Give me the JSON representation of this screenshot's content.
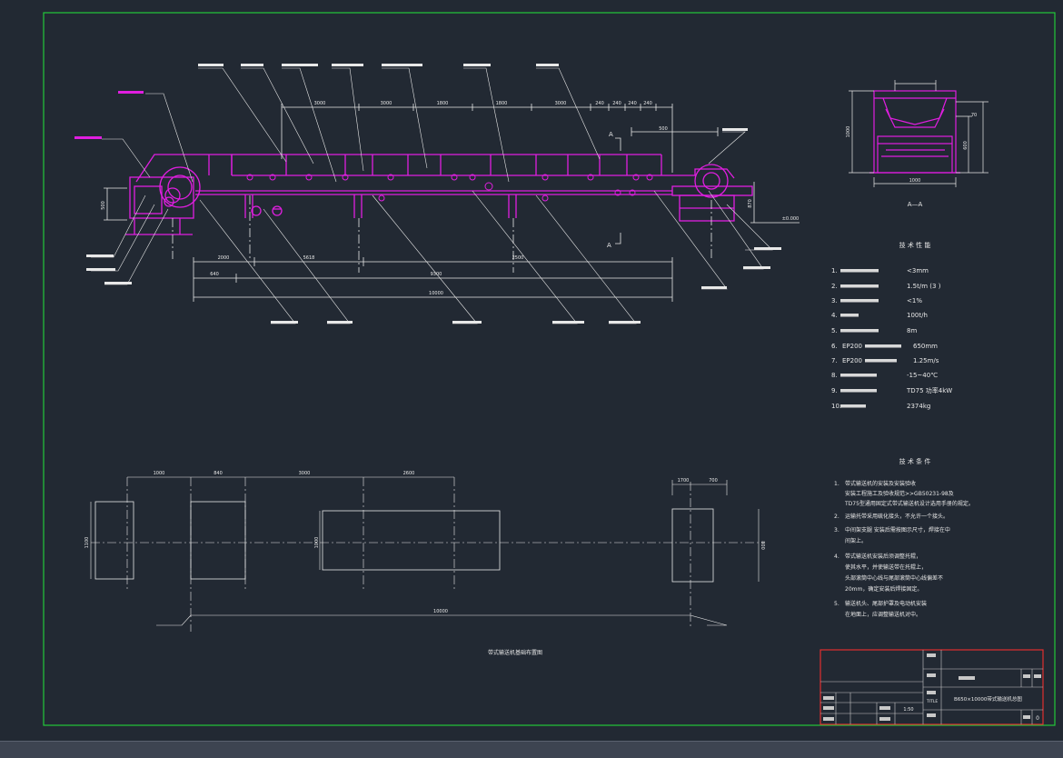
{
  "colors": {
    "background": "#222933",
    "frame": "#22c93a",
    "part": "#e01ee0",
    "dim": "#e8e8e8",
    "title_block": "#e03030",
    "status_bar": "#3d4451"
  },
  "main_view": {
    "dims_top": [
      "3000",
      "3000",
      "1800",
      "1800",
      "3000",
      "240",
      "240",
      "240",
      "240"
    ],
    "dim_a": "500",
    "label_front": "A",
    "label_back": "A",
    "height_left": "500",
    "height_right": "870",
    "elevation": "±0.000",
    "dims_bottom_1": [
      "2000",
      "5618",
      "2500"
    ],
    "dims_bottom_2": [
      "640",
      "9300"
    ],
    "dims_bottom_3": [
      "10000"
    ]
  },
  "section_view": {
    "label": "A—A",
    "dim_width": "1000",
    "dim_h1": "600",
    "dim_h2": "1000",
    "dim_small": "70"
  },
  "tech_params": {
    "title": "技 术 性 能",
    "items": [
      {
        "no": "1.",
        "value": "<3mm"
      },
      {
        "no": "2.",
        "value": "1.5t/m (3 )"
      },
      {
        "no": "3.",
        "value": "<1%"
      },
      {
        "no": "4.",
        "value": "100t/h"
      },
      {
        "no": "5.",
        "value": "8m"
      },
      {
        "no": "6.",
        "label": "EP200",
        "value": "650mm"
      },
      {
        "no": "7.",
        "label": "EP200",
        "value": "1.25m/s"
      },
      {
        "no": "8.",
        "value": "-15~40℃"
      },
      {
        "no": "9.",
        "value": "TD75  功率4kW"
      },
      {
        "no": "10.",
        "value": "2374kg"
      }
    ]
  },
  "tech_reqs": {
    "title": "技 术 条 件",
    "items": [
      {
        "no": "1.",
        "lines": [
          "带式输送机的安装及安装验收",
          "安装工程施工及验收规范>>GB50231-98及",
          "TD75型通用固定式带式输送机设计选用手册的规定。"
        ]
      },
      {
        "no": "2.",
        "lines": [
          "运输托带采用硫化接头，不允许一个接头。"
        ]
      },
      {
        "no": "3.",
        "lines": [
          "中间架支腿 安装后需按图示尺寸，焊接在中",
          "间架上。"
        ]
      },
      {
        "no": "4.",
        "lines": [
          "带式输送机安装后须调整托辊，",
          "使其水平，并使输送带在托辊上，",
          "头部滚筒中心线与尾部滚筒中心线偏差不",
          "20mm，确定安装后焊接固定。"
        ]
      },
      {
        "no": "5.",
        "lines": [
          "输送机头、尾部护罩及电动机安装",
          "在地面上，应调整输送机对中。"
        ]
      }
    ]
  },
  "foundation": {
    "dims_top": [
      "1000",
      "840",
      "3000",
      "2600",
      "1700",
      "700"
    ],
    "dim_left": "1100",
    "dim_mid": "1000",
    "dim_right": "800",
    "dim_bottom": "10000",
    "caption": "带式输送机基础布置图"
  },
  "title_block": {
    "title_en": "TITLE",
    "drawing_title": "B650×10000带式输送机总图",
    "scale": "1:50",
    "sheet": "0"
  }
}
